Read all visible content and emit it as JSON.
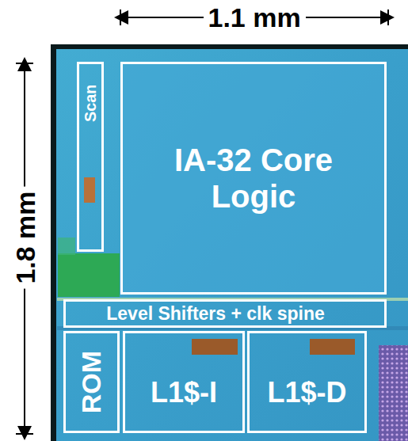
{
  "diagram": {
    "nodes": [
      {
        "text": [
          "Scan"
        ]
      },
      {
        "text": [
          "IA-32 Core Logic"
        ]
      },
      {
        "text": [
          "Level Shifters + clk spine"
        ]
      },
      {
        "text": [
          "ROM"
        ]
      },
      {
        "text": [
          "L1$-I"
        ]
      },
      {
        "text": [
          "L1$-D"
        ]
      }
    ],
    "labels": [
      "1.1 mm",
      "1.8 mm"
    ]
  }
}
